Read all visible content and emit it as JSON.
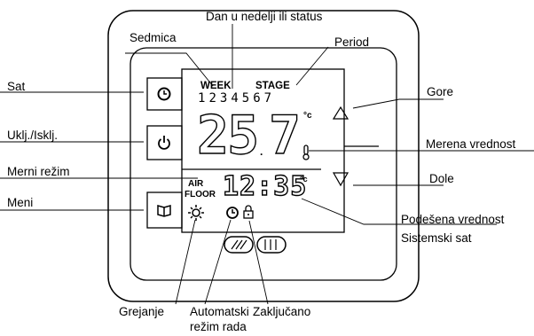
{
  "labels": {
    "day_status": "Dan u nedelji ili status",
    "week_label": "Sedmica",
    "period": "Period",
    "clock": "Sat",
    "power": "Uklj./Isklj.",
    "measure_mode": "Merni režim",
    "menu": "Meni",
    "up": "Gore",
    "measured_value": "Merena vrednost",
    "down": "Dole",
    "set_value": "Podešena vrednost",
    "system_clock": "Sistemski sat",
    "heating": "Grejanje",
    "auto_mode_line1": "Automatski",
    "auto_mode_line2": "režim rada",
    "locked": "Zaključano"
  },
  "display": {
    "week": "WEEK",
    "stage": "STAGE",
    "days": [
      "1",
      "2",
      "3",
      "4",
      "5",
      "6",
      "7"
    ],
    "main_temp": "25",
    "main_decimal": "7",
    "main_unit": "°c",
    "set_time": "12:35",
    "set_unit": "°c",
    "air": "AIR",
    "floor": "FLOOR"
  },
  "icons": {
    "clock_button": "clock-icon",
    "power_button": "power-icon",
    "menu_button": "book-icon",
    "up_button": "triangle-up-icon",
    "down_button": "triangle-down-icon",
    "heating": "sun-icon",
    "auto": "clock-icon",
    "lock": "lock-icon",
    "thermometer": "thermometer-icon"
  }
}
